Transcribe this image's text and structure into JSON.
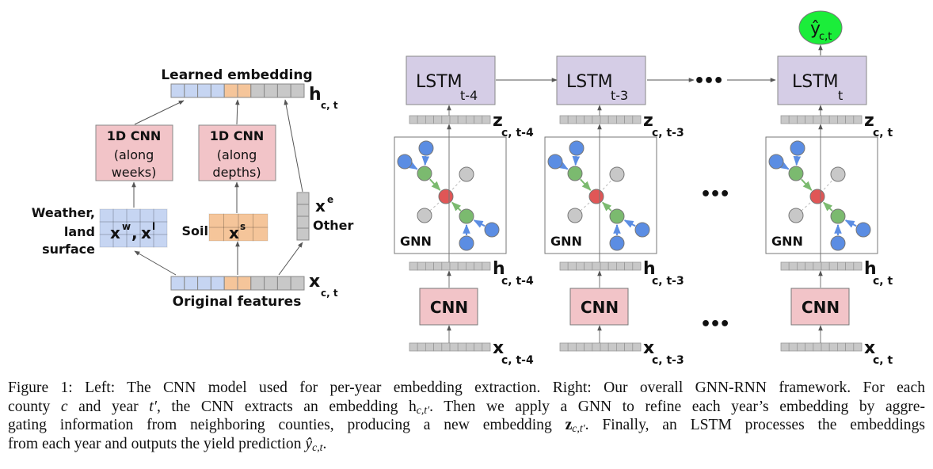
{
  "figure": {
    "left_panel": {
      "learned_embedding_label": "Learned embedding",
      "learned_embedding_symbol": "h",
      "learned_embedding_sub": "c, t",
      "cnn_weeks": {
        "title": "1D CNN",
        "line2": "(along",
        "line3": "weeks)"
      },
      "cnn_depths": {
        "title": "1D CNN",
        "line2": "(along",
        "line3": "depths)"
      },
      "weather_label": [
        "Weather,",
        "land",
        "surface"
      ],
      "weather_symbol_w": "x",
      "weather_sup_w": "w",
      "weather_comma": ",",
      "weather_symbol_l": "x",
      "weather_sup_l": "l",
      "soil_label": "Soil",
      "soil_symbol": "x",
      "soil_sup": "s",
      "other_symbol": "x",
      "other_sup": "e",
      "other_label": "Other",
      "original_features_label": "Original features",
      "original_symbol": "x",
      "original_sub": "c, t",
      "segment_colors": {
        "weather": "#c6d5f2",
        "soil": "#f5c59a",
        "other": "#c8c8c8"
      }
    },
    "right_panel": {
      "output_symbol": "ŷ",
      "output_sub": "c,t",
      "columns": [
        {
          "lstm": "LSTM",
          "lstm_sub": "t-4",
          "z_sub": "c, t-4",
          "h_sub": "c, t-4",
          "x_sub": "c, t-4",
          "gnn": "GNN",
          "cnn": "CNN"
        },
        {
          "lstm": "LSTM",
          "lstm_sub": "t-3",
          "z_sub": "c, t-3",
          "h_sub": "c, t-3",
          "x_sub": "c, t-3",
          "gnn": "GNN",
          "cnn": "CNN"
        },
        {
          "lstm": "LSTM",
          "lstm_sub": "t",
          "z_sub": "c, t",
          "h_sub": "c, t",
          "x_sub": "c, t",
          "gnn": "GNN",
          "cnn": "CNN"
        }
      ],
      "z_symbol": "z",
      "h_symbol": "h",
      "x_symbol": "x",
      "ellipsis": "•••",
      "colors": {
        "lstm_fill": "#d5cde6",
        "cnn_fill": "#f2c4c8",
        "output_fill": "#1bed3a",
        "node_blue": "#5b8de3",
        "node_green": "#7bba6f",
        "node_red": "#e05656",
        "node_gray": "#c8c8c8"
      }
    }
  },
  "caption": {
    "line1": "Figure 1: Left: The CNN model used for per-year embedding extraction. Right: Our overall GNN-RNN framework. For each",
    "line2_a": "county ",
    "line2_c": "c",
    "line2_b": " and year ",
    "line2_t": "t′",
    "line2_d": ", the CNN extracts an embedding ",
    "line2_h": "h",
    "line2_hsub": "c,t′",
    "line2_e": ". Then we apply a GNN to refine each year’s embedding by aggre-",
    "line3_a": "gating information from neighboring counties, producing a new embedding ",
    "line3_z": "z",
    "line3_zsub": "c,t′",
    "line3_b": ". Finally, an LSTM processes the embeddings",
    "line4_a": "from each year and outputs the yield prediction ",
    "line4_y": "ŷ",
    "line4_ysub": "c,t",
    "line4_b": "."
  }
}
